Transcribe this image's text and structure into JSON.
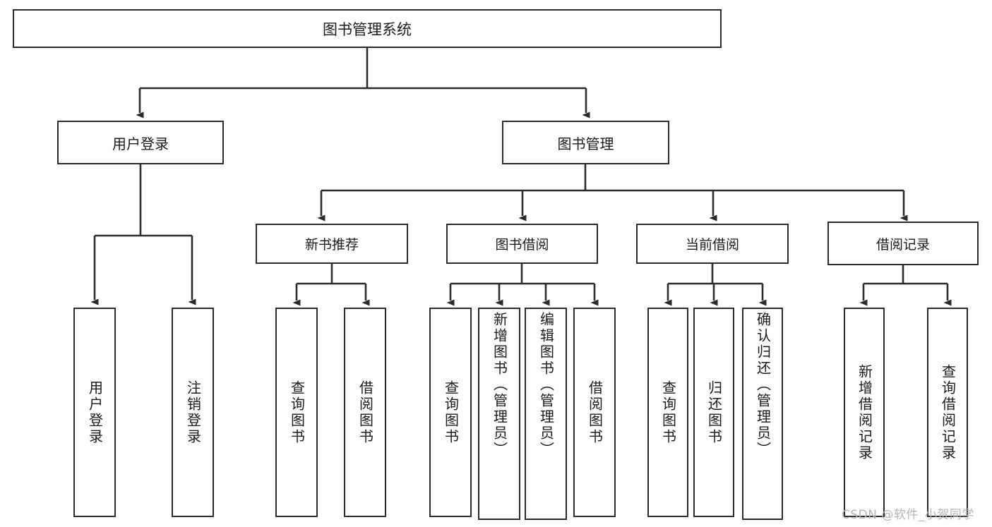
{
  "diagram": {
    "type": "tree-hierarchy",
    "title": "图书管理系统",
    "watermark": "CSDN @软件_小贺同学",
    "colors": {
      "stroke": "#2b2b2b",
      "fill": "#ffffff",
      "text": "#1a1a1a",
      "watermark": "#b4b4b4"
    },
    "nodes": {
      "root": {
        "label": "图书管理系统"
      },
      "level2": [
        {
          "label": "用户登录"
        },
        {
          "label": "图书管理"
        }
      ],
      "level3": [
        {
          "label": "新书推荐"
        },
        {
          "label": "图书借阅"
        },
        {
          "label": "当前借阅"
        },
        {
          "label": "借阅记录"
        }
      ],
      "leaves": {
        "user_login": [
          {
            "label": "用户登录"
          },
          {
            "label": "注销登录"
          }
        ],
        "new_book": [
          {
            "label": "查询图书"
          },
          {
            "label": "借阅图书"
          }
        ],
        "book_borrow": [
          {
            "label": "查询图书"
          },
          {
            "label": "新增图书（管理员）"
          },
          {
            "label": "编辑图书（管理员）"
          },
          {
            "label": "借阅图书"
          }
        ],
        "current_borrow": [
          {
            "label": "查询图书"
          },
          {
            "label": "归还图书"
          },
          {
            "label": "确认归还（管理员）"
          }
        ],
        "borrow_record": [
          {
            "label": "新增借阅记录"
          },
          {
            "label": "查询借阅记录"
          }
        ]
      }
    }
  }
}
